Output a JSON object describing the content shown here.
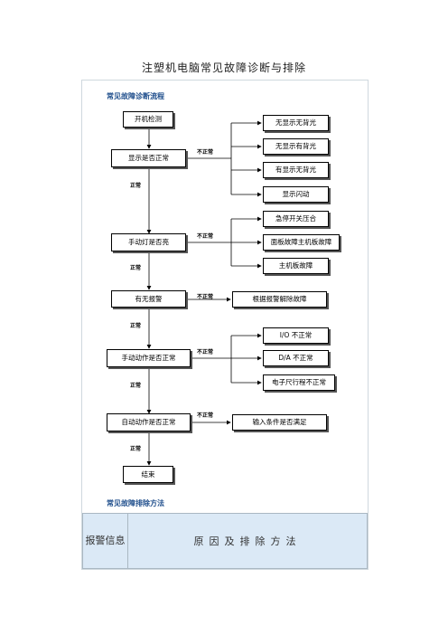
{
  "document": {
    "title": "注塑机电脑常见故障诊断与排除",
    "section_flow": "常见故障诊断流程",
    "section_methods": "常见故障排除方法"
  },
  "flow": {
    "start": "开机检测",
    "checks": [
      "显示是否正常",
      "手动灯是否亮",
      "有无报警",
      "手动动作是否正常",
      "自动动作是否正常"
    ],
    "end": "结束",
    "ok_label": "正常",
    "fail_label": "不正常",
    "results": {
      "display": [
        "无显示无背光",
        "无显示有背光",
        "有显示无背光",
        "显示闪动"
      ],
      "manual_light": [
        "急停开关压合",
        "面板故障主机板故障",
        "主机板故障"
      ],
      "alarm": [
        "根据报警解除故障"
      ],
      "manual_action": [
        "I/O 不正常",
        "D/A 不正常",
        "电子尺行程不正常"
      ],
      "auto_action": [
        "输入条件是否满足"
      ]
    }
  },
  "table": {
    "header_col1": "报警信息",
    "header_col2": "原因及排除方法"
  }
}
